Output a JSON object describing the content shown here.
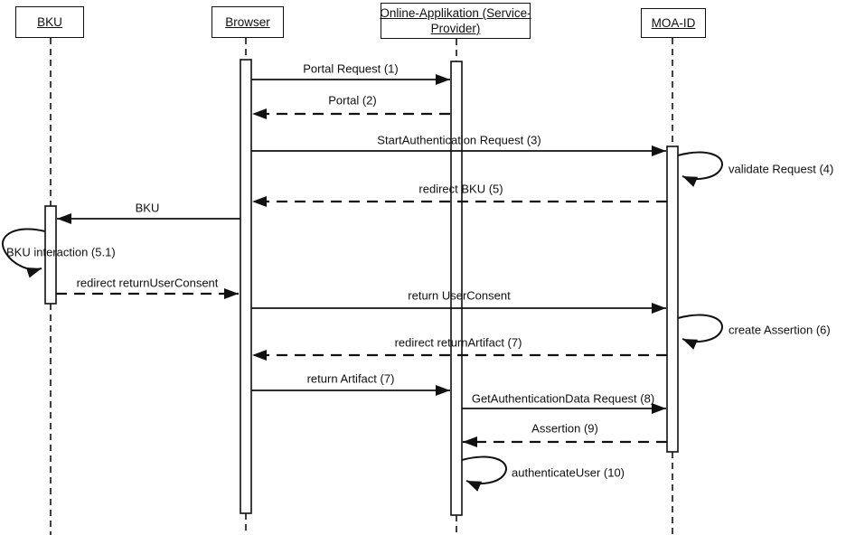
{
  "diagram": {
    "type": "uml-sequence-diagram",
    "background_color": "#ffffff",
    "line_color": "#111111",
    "text_color": "#111111",
    "actors": [
      {
        "name": "BKU",
        "lines": [
          "BKU"
        ]
      },
      {
        "name": "Browser",
        "lines": [
          "Browser"
        ]
      },
      {
        "name": "Online-Applikation (Service-Provider)",
        "lines": [
          "Online-Applikation (Service-",
          "Provider)"
        ]
      },
      {
        "name": "MOA-ID",
        "lines": [
          "MOA-ID"
        ]
      }
    ],
    "messages": [
      {
        "label": "Portal Request (1)",
        "from": "Browser",
        "to": "Online-Applikation (Service-Provider)",
        "style": "solid"
      },
      {
        "label": "Portal (2)",
        "from": "Online-Applikation (Service-Provider)",
        "to": "Browser",
        "style": "dashed"
      },
      {
        "label": "StartAuthentication Request (3)",
        "from": "Browser",
        "to": "MOA-ID",
        "style": "solid"
      },
      {
        "label": "validate Request (4)",
        "from": "MOA-ID",
        "to": "MOA-ID",
        "style": "self"
      },
      {
        "label": "redirect BKU (5)",
        "from": "MOA-ID",
        "to": "Browser",
        "style": "dashed"
      },
      {
        "label": "BKU",
        "from": "Browser",
        "to": "BKU",
        "style": "solid"
      },
      {
        "label": "BKU interaction (5.1)",
        "from": "BKU",
        "to": "BKU",
        "style": "self"
      },
      {
        "label": "redirect returnUserConsent",
        "from": "BKU",
        "to": "Browser",
        "style": "dashed"
      },
      {
        "label": "return UserConsent",
        "from": "Browser",
        "to": "MOA-ID",
        "style": "solid"
      },
      {
        "label": "create Assertion (6)",
        "from": "MOA-ID",
        "to": "MOA-ID",
        "style": "self"
      },
      {
        "label": "redirect returnArtifact (7)",
        "from": "MOA-ID",
        "to": "Browser",
        "style": "dashed"
      },
      {
        "label": "return Artifact (7)",
        "from": "Browser",
        "to": "Online-Applikation (Service-Provider)",
        "style": "solid"
      },
      {
        "label": "GetAuthenticationData Request (8)",
        "from": "Online-Applikation (Service-Provider)",
        "to": "MOA-ID",
        "style": "solid"
      },
      {
        "label": "Assertion (9)",
        "from": "MOA-ID",
        "to": "Online-Applikation (Service-Provider)",
        "style": "dashed"
      },
      {
        "label": "authenticateUser (10)",
        "from": "Online-Applikation (Service-Provider)",
        "to": "Online-Applikation (Service-Provider)",
        "style": "self"
      }
    ]
  }
}
